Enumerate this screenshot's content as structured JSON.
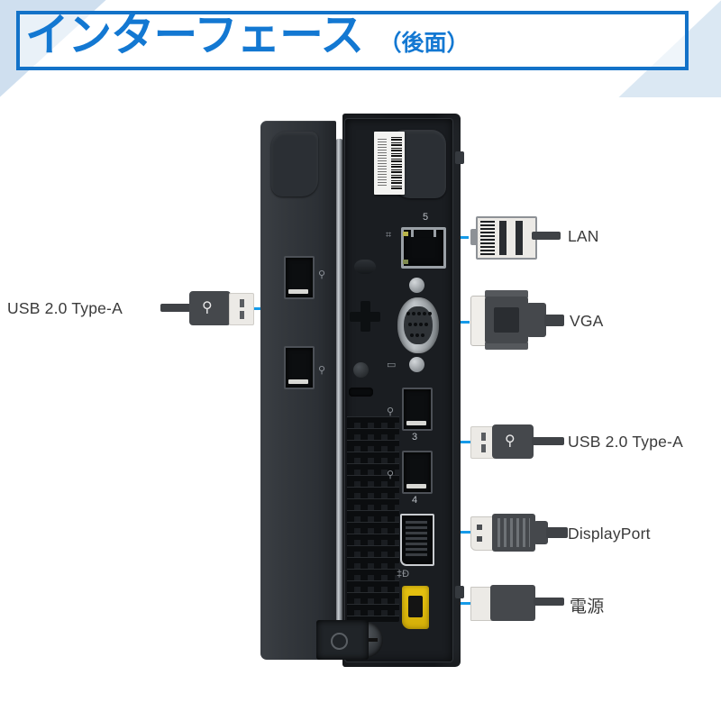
{
  "header": {
    "title_main": "インターフェース",
    "title_sub": "（後面）",
    "border_color": "#1372c8",
    "text_color": "#1378d2",
    "corner_accent_color": "#cfdfef"
  },
  "theme": {
    "background": "#ffffff",
    "leader_line_color": "#159ae8",
    "label_text_color": "#3a3a3a",
    "connector_dark": "#45484c",
    "connector_light": "#eceae6",
    "power_port_color": "#e8c311"
  },
  "callouts": [
    {
      "id": "usb-left",
      "label": "USB 2.0 Type-A",
      "icon": "usb-type-a-connector-icon",
      "side": "left",
      "ports": 2
    },
    {
      "id": "lan",
      "label": "LAN",
      "icon": "rj45-connector-icon",
      "side": "right",
      "ports": 1
    },
    {
      "id": "vga",
      "label": "VGA",
      "icon": "vga-dsub-connector-icon",
      "side": "right",
      "ports": 1
    },
    {
      "id": "usb-right",
      "label": "USB 2.0 Type-A",
      "icon": "usb-type-a-connector-icon",
      "side": "right",
      "ports": 2
    },
    {
      "id": "displayport",
      "label": "DisplayPort",
      "icon": "displayport-connector-icon",
      "side": "right",
      "ports": 1
    },
    {
      "id": "power",
      "label": "電源",
      "icon": "power-connector-icon",
      "side": "right",
      "ports": 1
    }
  ],
  "device": {
    "name": "tiny-desktop-pc-rear-panel",
    "port_markings": {
      "lan_number": "5",
      "usb3_number": "3",
      "usb4_number": "4",
      "usb_glyph": "⚲",
      "dp_glyph": "‡Ð"
    }
  }
}
